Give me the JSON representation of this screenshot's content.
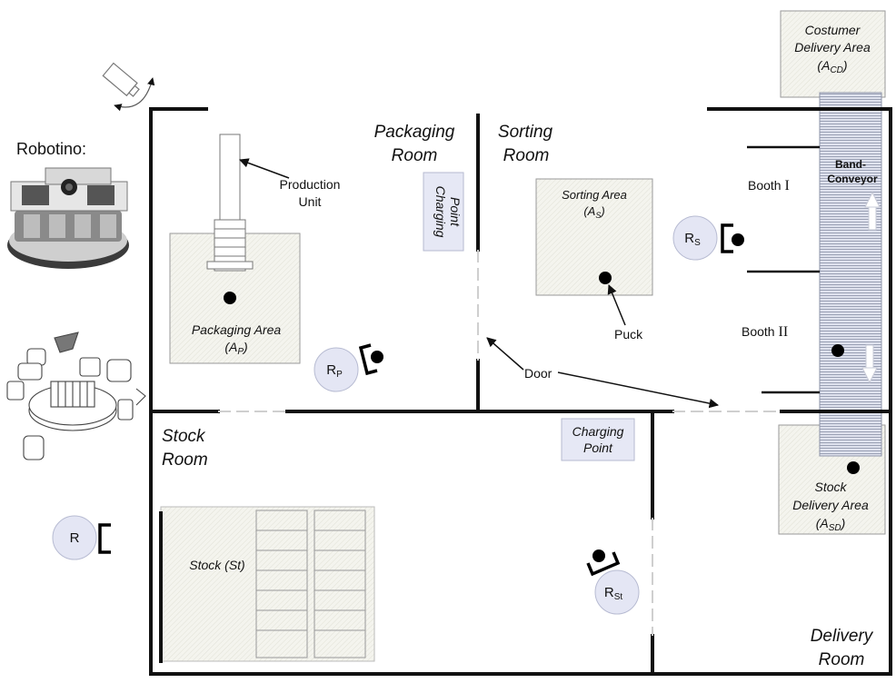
{
  "rooms": {
    "packaging": [
      "Packaging",
      "Room"
    ],
    "sorting": [
      "Sorting",
      "Room"
    ],
    "stock": [
      "Stock",
      "Room"
    ],
    "delivery": [
      "Delivery",
      "Room"
    ]
  },
  "areas": {
    "packaging": {
      "name": "Packaging Area",
      "sym": "A",
      "sub": "P"
    },
    "sorting": {
      "name": "Sorting Area",
      "sym": "A",
      "sub": "S"
    },
    "stock_delivery": {
      "name1": "Stock",
      "name2": "Delivery Area",
      "sym": "A",
      "sub": "SD"
    },
    "customer_delivery": {
      "name1": "Costumer",
      "name2": "Delivery Area",
      "sym": "A",
      "sub": "CD"
    },
    "stock": "Stock (St)"
  },
  "charging": [
    "Charging",
    "Point"
  ],
  "labels": {
    "robotino": "Robotino:",
    "production": [
      "Production",
      "Unit"
    ],
    "puck": "Puck",
    "door": "Door",
    "booth1": "Booth",
    "booth1_num": "I",
    "booth2": "Booth",
    "booth2_num": "II",
    "conveyor": [
      "Band-",
      "Conveyor"
    ]
  },
  "robots": {
    "generic": {
      "sym": "R",
      "sub": ""
    },
    "packaging": {
      "sym": "R",
      "sub": "P"
    },
    "sorting": {
      "sym": "R",
      "sub": "S"
    },
    "stock": {
      "sym": "R",
      "sub": "St"
    }
  },
  "colors": {
    "wall": "#111111",
    "area_fill": "#f4f4ee",
    "charging_fill": "#e6e8f5",
    "robot_fill": "#e4e6f4",
    "conveyor_fill": "#d7dbe9",
    "conveyor_stripe": "#9aa0b4"
  }
}
